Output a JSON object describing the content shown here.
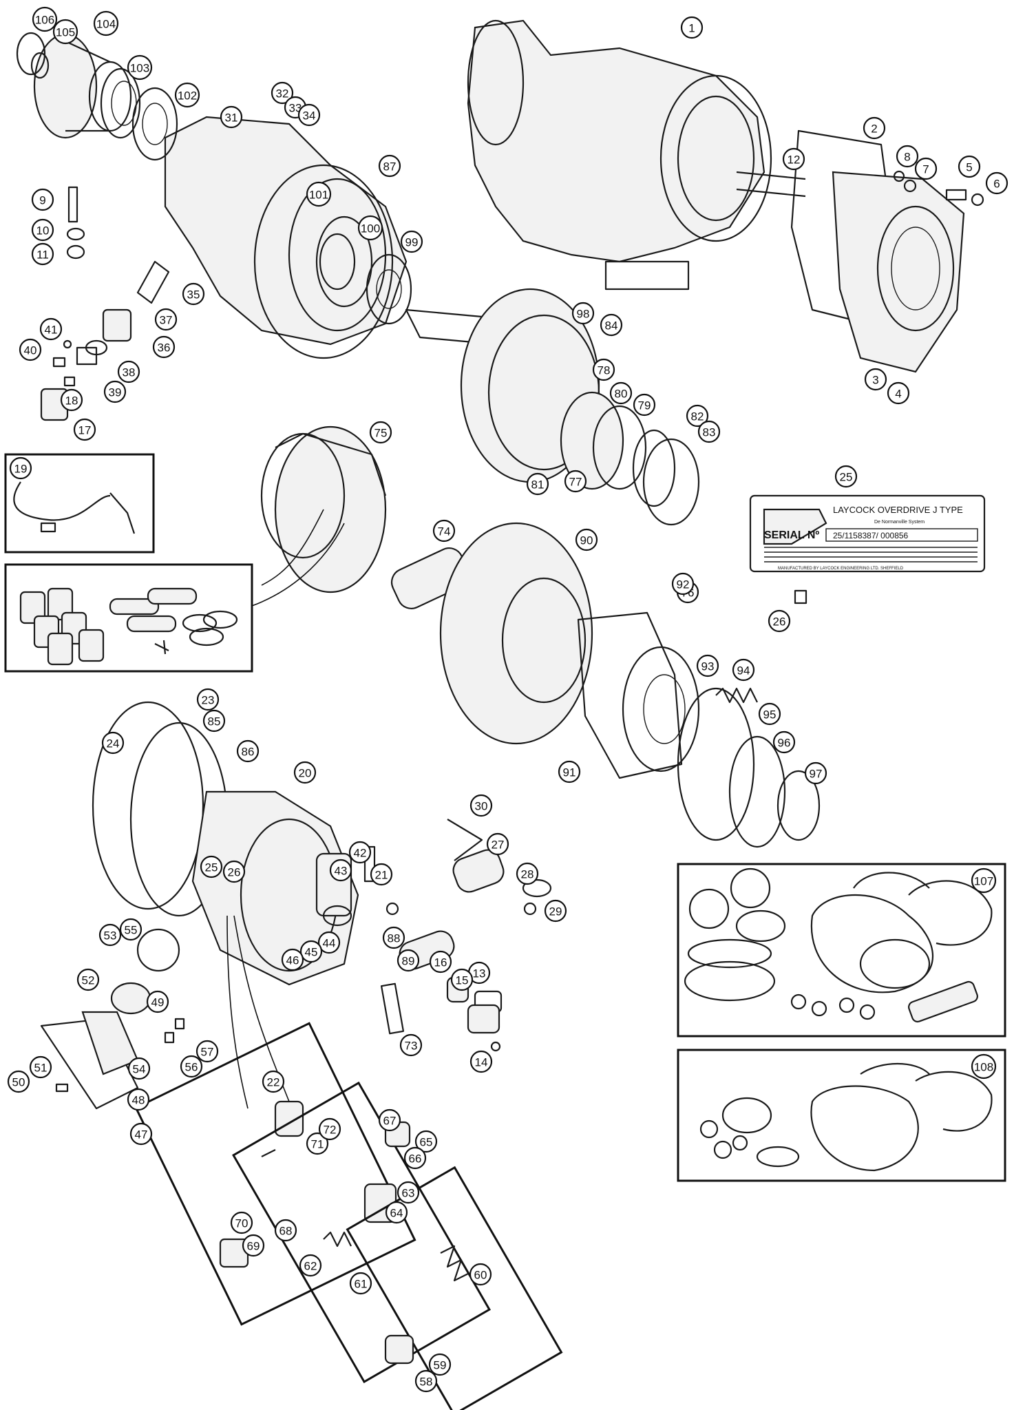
{
  "colors": {
    "ink": "#111111",
    "paper": "#ffffff",
    "shade": "#f2f2f2"
  },
  "plate": {
    "title": "LAYCOCK OVERDRIVE J TYPE",
    "subtitle": "De Normanville System",
    "serial_label": "SERIAL Nº",
    "serial_number": "25/1158387/ 000856",
    "footer": "MANUFACTURED BY LAYCOCK ENGINEERING LTD. SHEFFIELD"
  },
  "callouts": [
    "1",
    "2",
    "3",
    "4",
    "5",
    "6",
    "7",
    "8",
    "9",
    "10",
    "11",
    "12",
    "13",
    "14",
    "15",
    "16",
    "17",
    "19",
    "20",
    "21",
    "22",
    "23",
    "24",
    "25",
    "26",
    "25",
    "26",
    "27",
    "28",
    "29",
    "30",
    "31",
    "32",
    "33",
    "34",
    "35",
    "36",
    "37",
    "38",
    "39",
    "40",
    "41",
    "42",
    "43",
    "44",
    "45",
    "46",
    "47",
    "48",
    "49",
    "50",
    "51",
    "52",
    "53",
    "54",
    "55",
    "56",
    "57",
    "58",
    "59",
    "60",
    "61",
    "62",
    "63",
    "64",
    "65",
    "66",
    "67",
    "68",
    "69",
    "70",
    "71",
    "72",
    "73",
    "74",
    "75",
    "76",
    "77",
    "78",
    "79",
    "80",
    "81",
    "82",
    "83",
    "84",
    "85",
    "86",
    "87",
    "88",
    "89",
    "90",
    "91",
    "92",
    "93",
    "94",
    "95",
    "96",
    "97",
    "98",
    "99",
    "100",
    "101",
    "102",
    "103",
    "104",
    "105",
    "106",
    "107",
    "108",
    "18"
  ]
}
